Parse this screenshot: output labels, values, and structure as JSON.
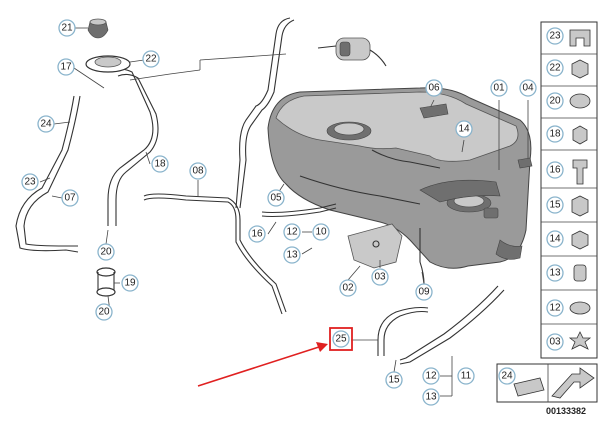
{
  "diagram": {
    "figure_number": "00133382",
    "highlighted_callout": "25",
    "arrow_color": "#e02020",
    "callout_stroke_color": "#8ab4cc",
    "callouts": [
      "21",
      "22",
      "17",
      "24",
      "18",
      "23",
      "07",
      "08",
      "20",
      "19",
      "20",
      "05",
      "16",
      "12",
      "10",
      "13",
      "02",
      "03",
      "09",
      "25",
      "06",
      "01",
      "04",
      "14",
      "15",
      "12",
      "11",
      "13"
    ],
    "legend_items": [
      {
        "number": "23",
        "icon": "retaining-clip-icon"
      },
      {
        "number": "22",
        "icon": "hex-nut-icon"
      },
      {
        "number": "20",
        "icon": "hose-clamp-icon"
      },
      {
        "number": "18",
        "icon": "flange-nut-icon"
      },
      {
        "number": "16",
        "icon": "hex-bolt-icon"
      },
      {
        "number": "15",
        "icon": "collar-nut-icon"
      },
      {
        "number": "14",
        "icon": "hex-nut-icon"
      },
      {
        "number": "13",
        "icon": "spacer-sleeve-icon"
      },
      {
        "number": "12",
        "icon": "rubber-mount-icon"
      },
      {
        "number": "03",
        "icon": "star-washer-icon"
      }
    ],
    "bottom_legend": {
      "number": "24",
      "icon": "clip-and-grommet-icon"
    }
  }
}
